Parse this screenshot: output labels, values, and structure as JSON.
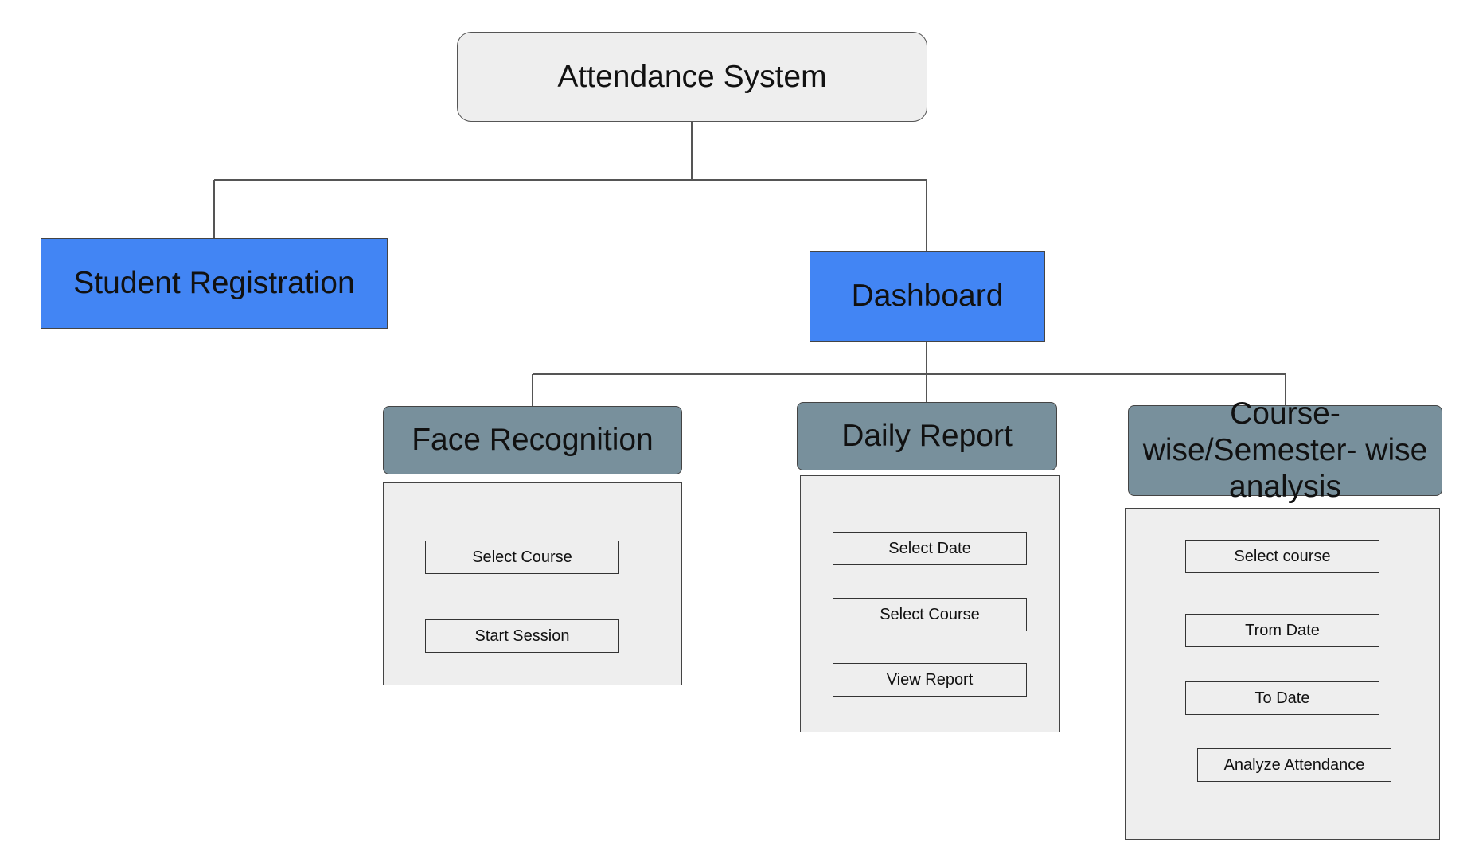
{
  "diagram": {
    "root": "Attendance System",
    "modules": {
      "registration": "Student Registration",
      "dashboard": "Dashboard"
    },
    "features": {
      "face": {
        "title": "Face Recognition",
        "steps": [
          "Select Course",
          "Start Session"
        ]
      },
      "daily": {
        "title": "Daily Report",
        "steps": [
          "Select Date",
          "Select Course",
          "View Report"
        ]
      },
      "analysis": {
        "title": "Course-wise/Semester- wise analysis",
        "steps": [
          "Select course",
          "Trom Date",
          "To Date",
          "Analyze Attendance"
        ]
      }
    }
  },
  "colors": {
    "module_blue": "#4285f4",
    "feature_slate": "#78909c",
    "panel_grey": "#eeeeee",
    "connector": "#555555"
  }
}
